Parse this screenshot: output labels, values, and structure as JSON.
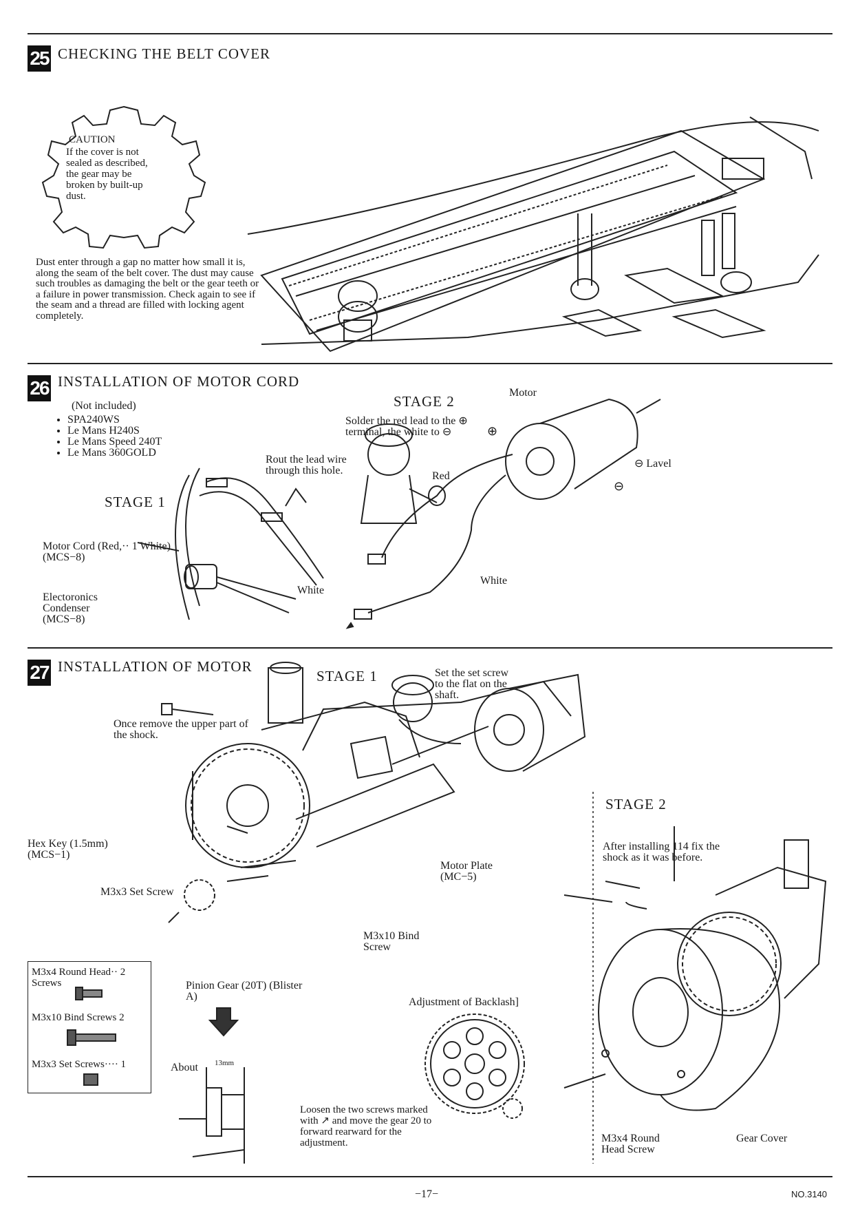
{
  "sections": [
    {
      "number": "25",
      "title": "CHECKING THE BELT COVER",
      "caution_heading": "CAUTION",
      "caution_text": "If the cover is not sealed as described, the gear may be broken by built-up dust.",
      "body": "Dust enter through a gap no matter how small it is, along the seam of the belt cover. The dust may cause such troubles as damaging the belt or the gear teeth or a failure in power transmission. Check again to see if the seam and a thread are filled with locking agent completely."
    },
    {
      "number": "26",
      "title": "INSTALLATION OF MOTOR CORD",
      "not_included": "(Not included)",
      "motors": [
        "SPA240WS",
        "Le Mans H240S",
        "Le Mans Speed 240T",
        "Le Mans 360GOLD"
      ],
      "stage1": "STAGE 1",
      "stage2": "STAGE 2",
      "rout_note": "Rout the lead wire through this hole.",
      "motor_cord": "Motor Cord (Red,·· 1 White) (MCS−8)",
      "condenser": "Electoronics Condenser (MCS−8)",
      "white_1": "White",
      "solder_note": "Solder the red lead to the ⊕ terminal, the white to ⊖",
      "red": "Red",
      "motor": "Motor",
      "plus": "⊕",
      "lavel": "⊖ Lavel",
      "minus": "⊖",
      "white_2": "White"
    },
    {
      "number": "27",
      "title": "INSTALLATION OF MOTOR",
      "stage1": "STAGE 1",
      "stage2": "STAGE 2",
      "set_screw_note": "Set the set screw to the flat on the shaft.",
      "remove_shock": "Once remove the upper part of the shock.",
      "hex_key": "Hex Key (1.5mm) (MCS−1)",
      "motor_plate": "Motor Plate (MC−5)",
      "m3x3_set": "M3x3 Set Screw",
      "m3x10_bind": "M3x10 Bind Screw",
      "pinion": "Pinion Gear (20T) (Blister A)",
      "parts_box": [
        "M3x4 Round Head·· 2 Screws",
        "M3x10 Bind Screws 2",
        "M3x3 Set Screws···· 1"
      ],
      "about": "About",
      "about_dim": "13mm",
      "backlash_title": "Adjustment of Backlash]",
      "backlash_text": "Loosen the two screws marked with ↗ and move the gear 20 to forward rearward for the adjustment.",
      "after_install": "After installing 114 fix the shock as it was before.",
      "m3x4_round": "M3x4 Round Head Screw",
      "gear_cover": "Gear Cover"
    }
  ],
  "footer": {
    "page": "−17−",
    "doc_no": "NO.3140"
  }
}
